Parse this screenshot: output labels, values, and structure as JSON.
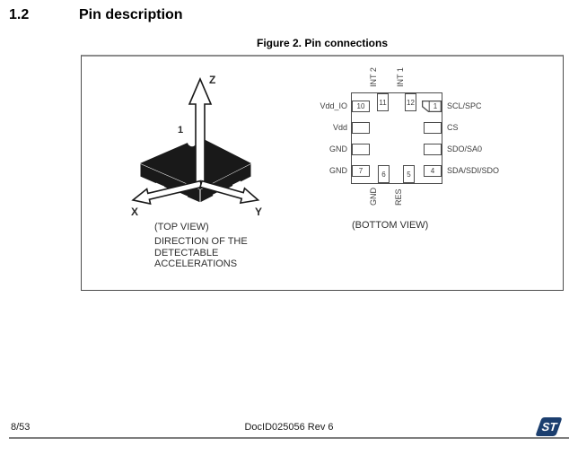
{
  "section": {
    "number": "1.2",
    "title": "Pin description"
  },
  "figure": {
    "caption": "Figure 2. Pin connections",
    "top_view": {
      "axes": {
        "x": "X",
        "y": "Y",
        "z": "Z"
      },
      "pin1_marker": "1",
      "view_label": "(TOP VIEW)",
      "description_lines": [
        "DIRECTION OF THE",
        "DETECTABLE",
        "ACCELERATIONS"
      ]
    },
    "bottom_view": {
      "view_label": "(BOTTOM VIEW)",
      "left_pins": [
        {
          "number": "10",
          "label": "Vdd_IO"
        },
        {
          "number": "",
          "label": "Vdd"
        },
        {
          "number": "",
          "label": "GND"
        },
        {
          "number": "7",
          "label": "GND"
        }
      ],
      "right_pins": [
        {
          "number": "1",
          "label": "SCL/SPC"
        },
        {
          "number": "",
          "label": "CS"
        },
        {
          "number": "",
          "label": "SDO/SA0"
        },
        {
          "number": "4",
          "label": "SDA/SDI/SDO"
        }
      ],
      "top_pins": [
        {
          "number": "11",
          "label": "INT 2"
        },
        {
          "number": "12",
          "label": "INT 1"
        }
      ],
      "bottom_pins": [
        {
          "number": "6",
          "label": "GND"
        },
        {
          "number": "5",
          "label": "RES"
        }
      ]
    }
  },
  "footer": {
    "page_number": "8/53",
    "doc_id": "DocID025056 Rev 6",
    "logo_text": "ST"
  },
  "colors": {
    "diagram_line": "#4c4c4c",
    "logo_blue": "#1c3f6f",
    "footer_rule": "#7d7d7d"
  }
}
